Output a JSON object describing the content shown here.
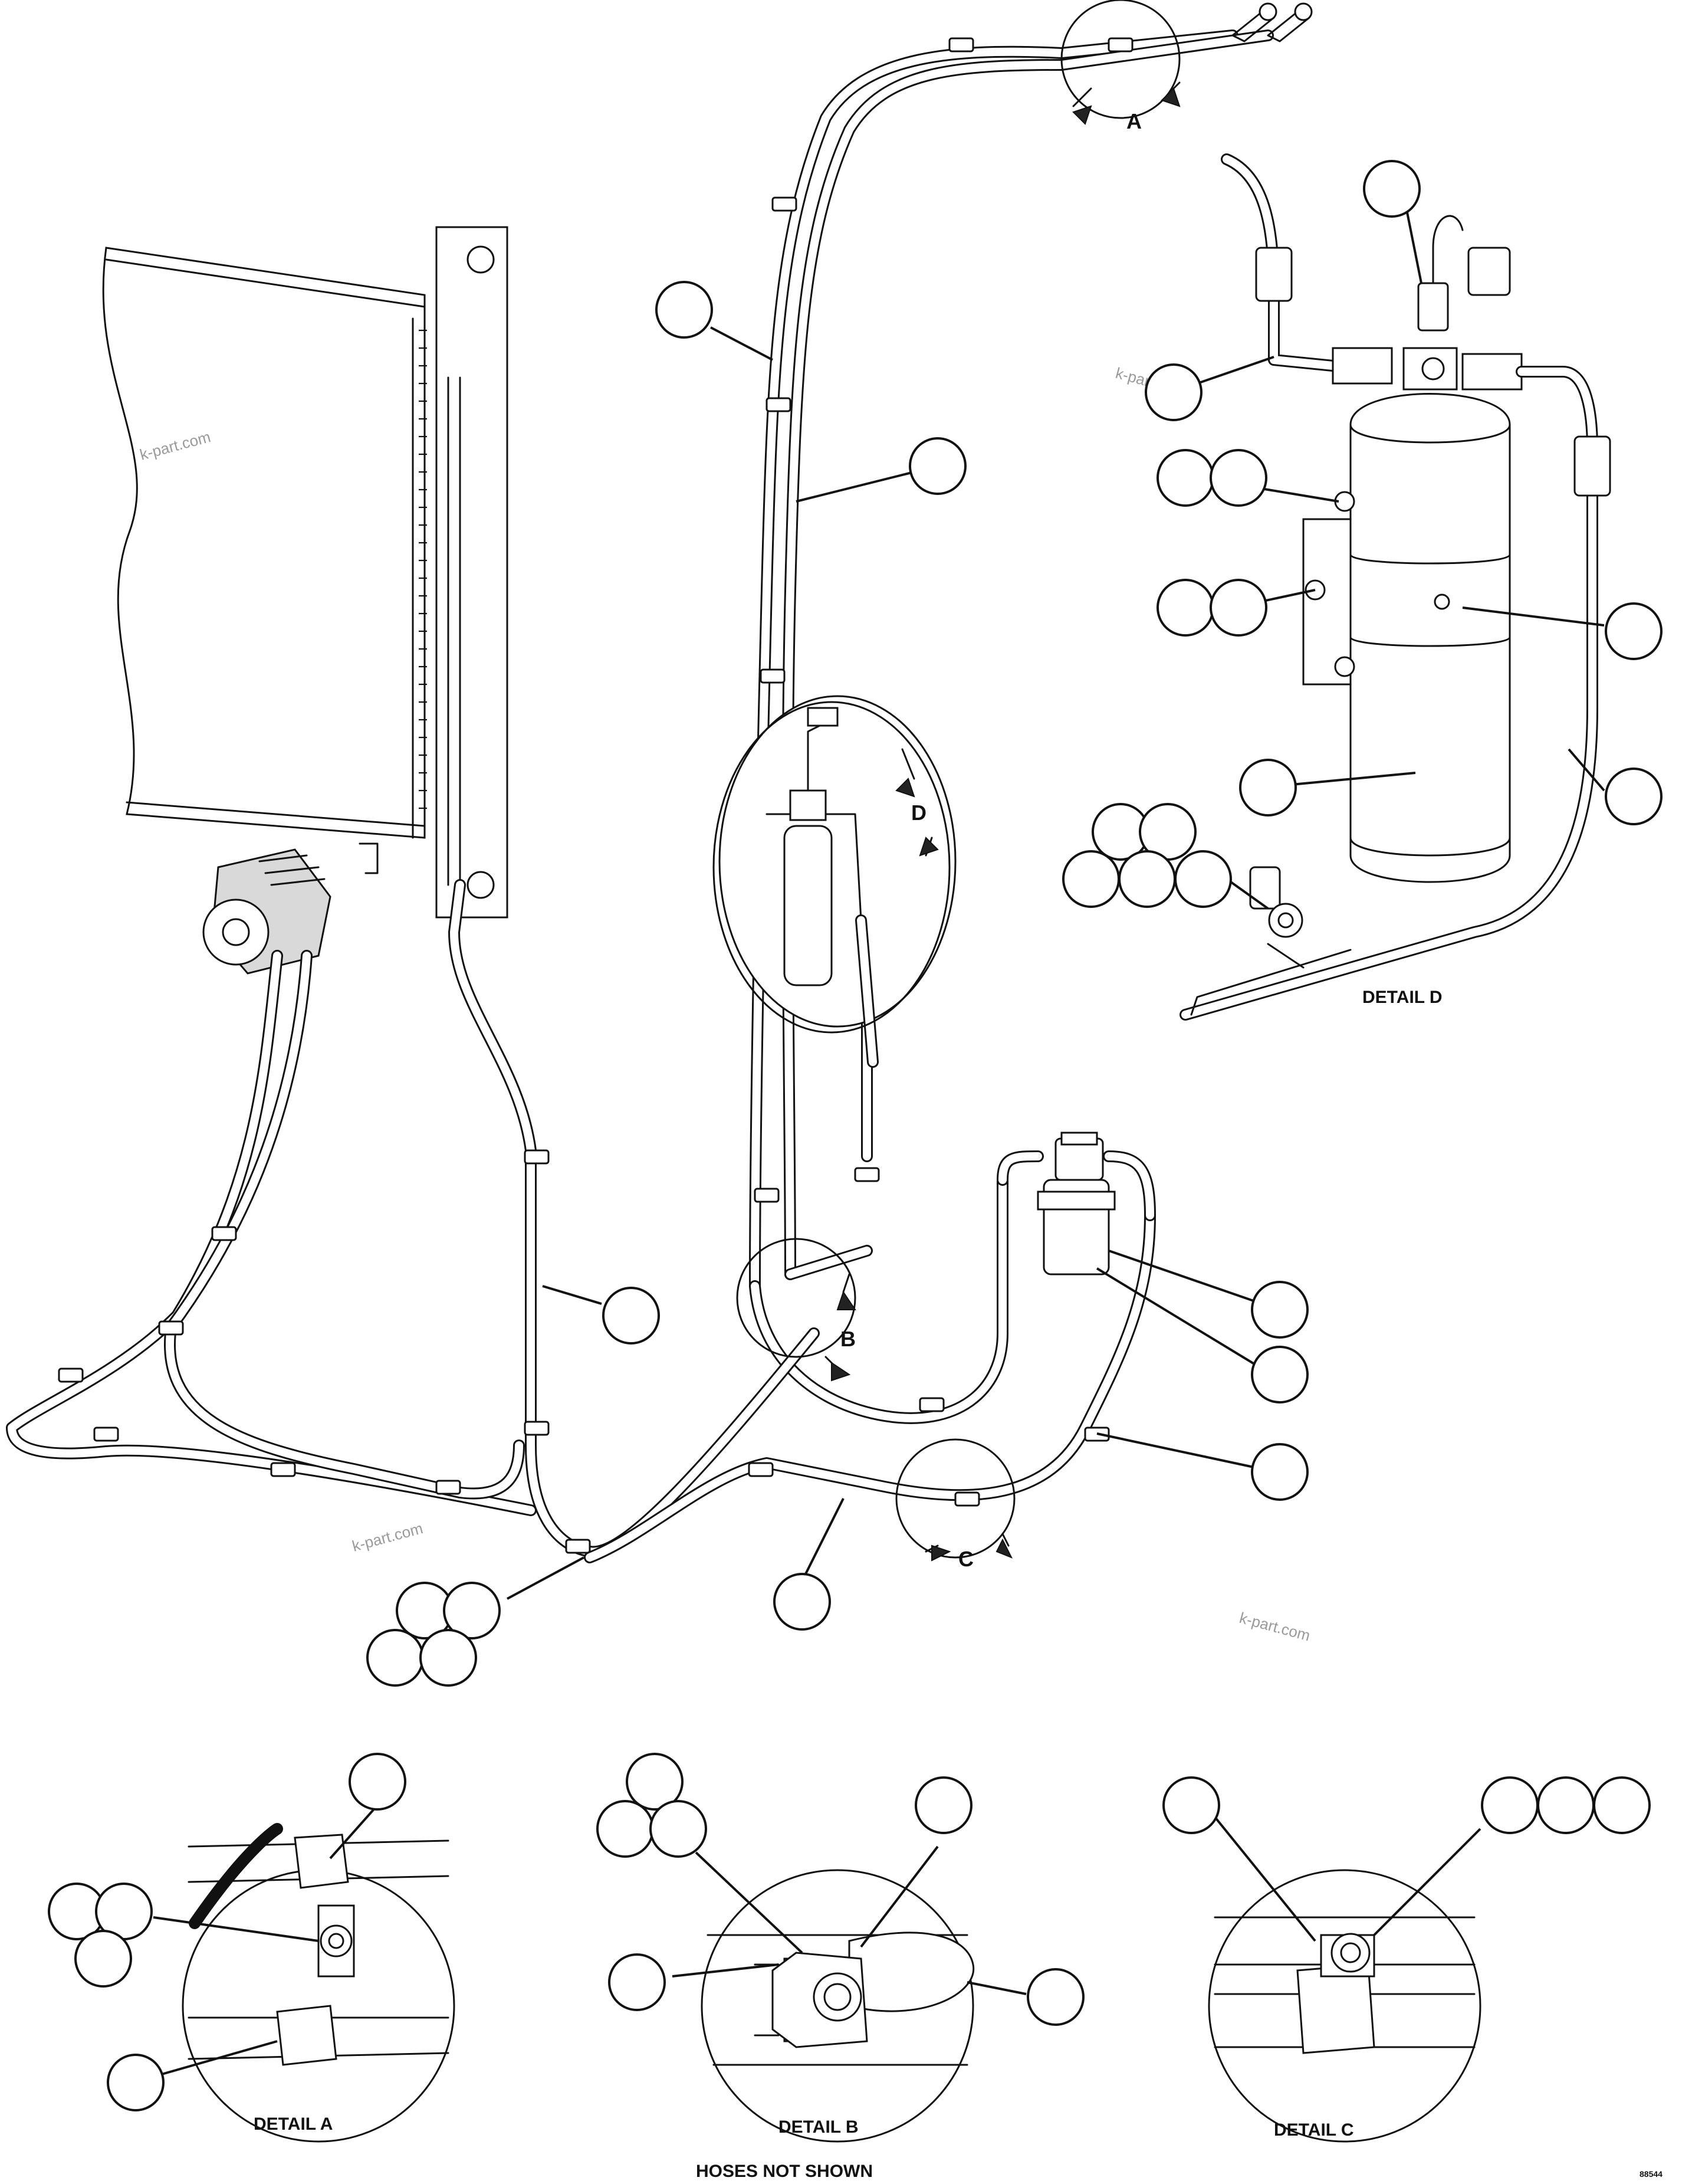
{
  "watermark": "k-part.com",
  "detail_marks": {
    "a": "A",
    "b": "B",
    "c": "C",
    "d": "D"
  },
  "captions": {
    "detail_a": "DETAIL A",
    "detail_b": "DETAIL B",
    "detail_b_note": "HOSES NOT SHOWN",
    "detail_c": "DETAIL C",
    "detail_d": "DETAIL D"
  },
  "drawing_number": "88544"
}
